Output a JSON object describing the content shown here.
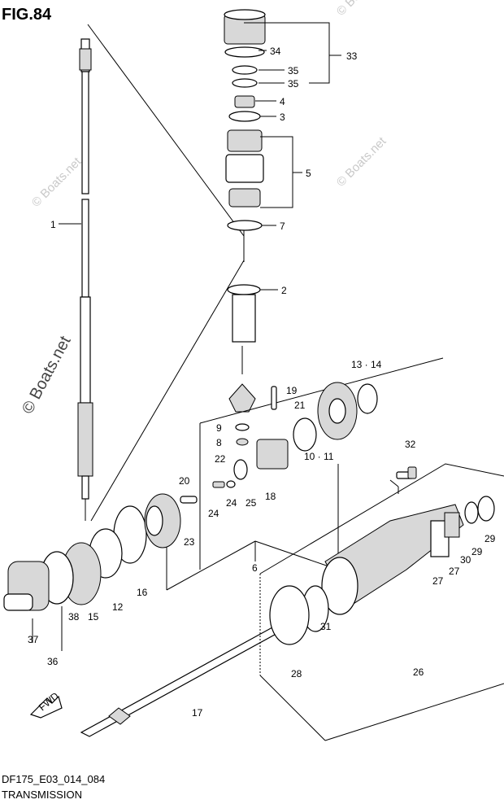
{
  "figure": {
    "number": "FIG.84",
    "code": "DF175_E03_014_084",
    "title": "TRANSMISSION",
    "direction_badge": "FWD"
  },
  "watermarks": [
    "© Boats.net",
    "© Boats.net",
    "© Boats.net",
    "© Boats.net",
    "© Boats.net",
    "© Boats.net"
  ],
  "callouts": [
    "1",
    "2",
    "3",
    "4",
    "5",
    "6",
    "7",
    "8",
    "9",
    "10 · 11",
    "12",
    "13 · 14",
    "15",
    "16",
    "17",
    "18",
    "19",
    "20",
    "21",
    "22",
    "23",
    "24",
    "24",
    "25",
    "26",
    "27",
    "27",
    "28",
    "29",
    "29",
    "30",
    "31",
    "32",
    "33",
    "34",
    "35",
    "35",
    "36",
    "37",
    "38"
  ],
  "colors": {
    "line": "#000000",
    "shade": "#d8d8d8",
    "watermark": "#c9c9c9"
  }
}
